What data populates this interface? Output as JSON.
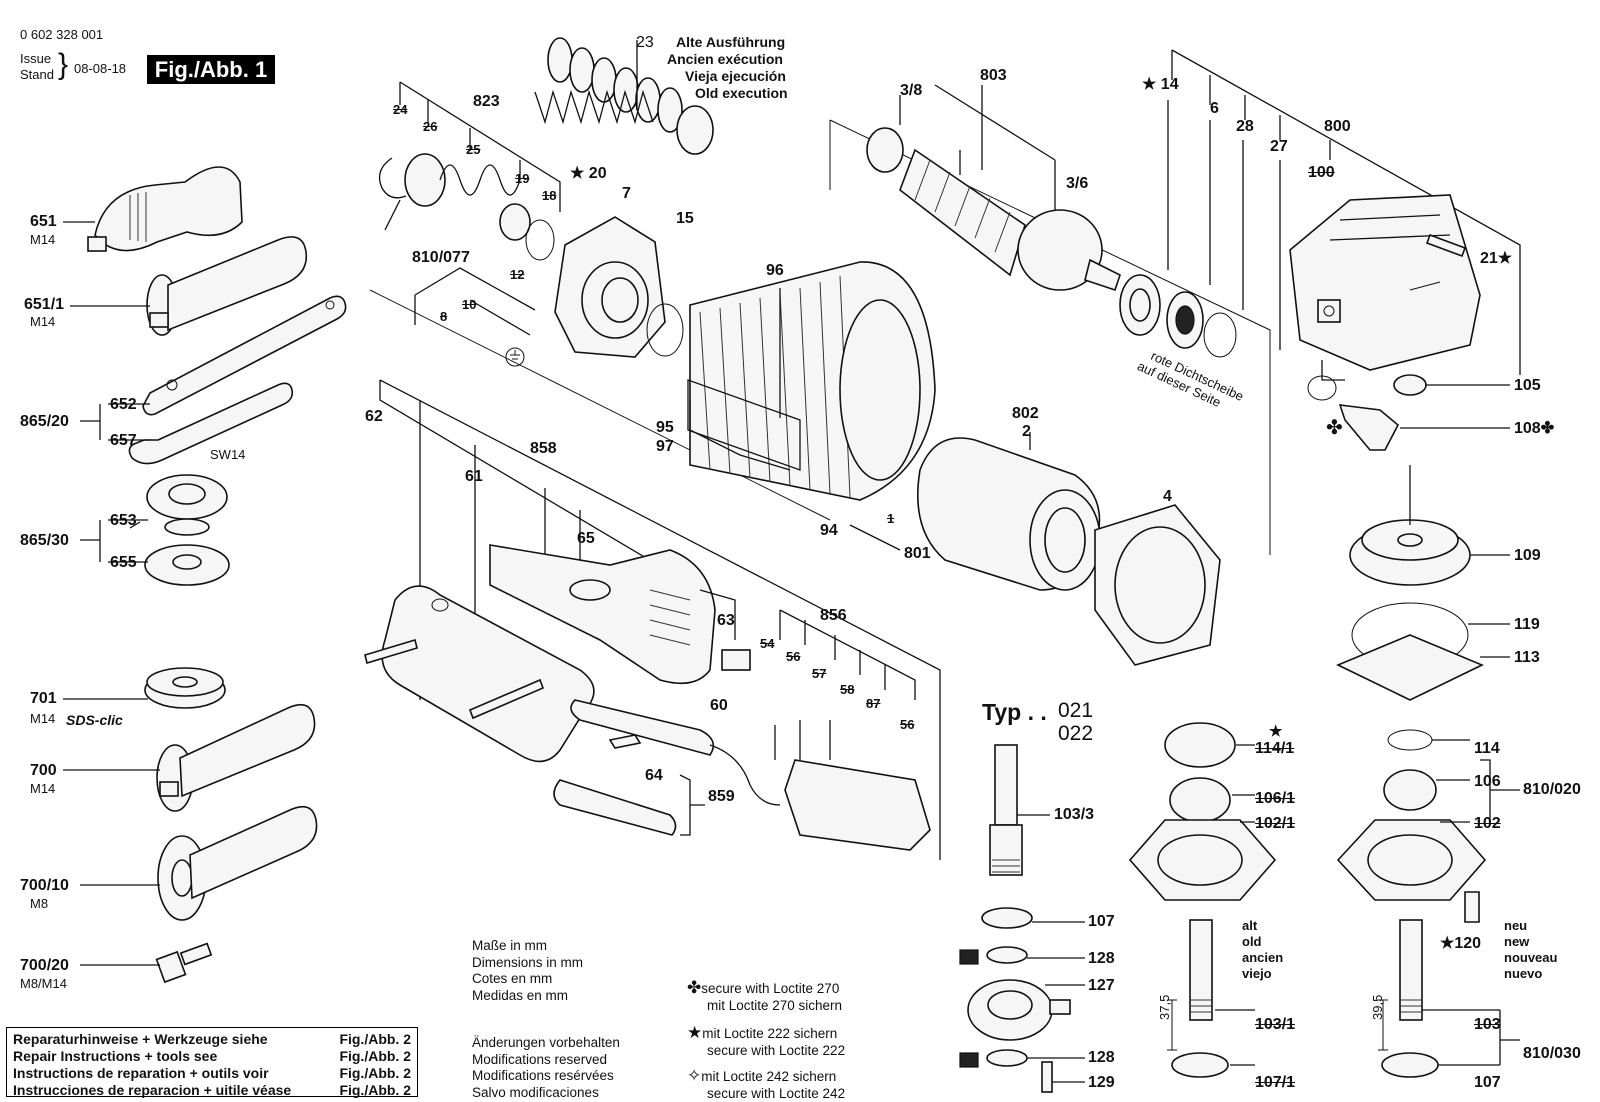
{
  "header": {
    "part_number": "0 602 328 001",
    "issue_label": "Issue",
    "stand_label": "Stand",
    "date": "08-08-18",
    "fig_label": "Fig./Abb. 1"
  },
  "old_execution": {
    "part": "23",
    "lines": [
      "Alte Ausführung",
      "Ancien exécution",
      "Vieja ejecución",
      "Old execution"
    ]
  },
  "type_block": {
    "label": "Typ . .",
    "variants": [
      "021",
      "022"
    ]
  },
  "seal_note": [
    "rote Dichtscheibe",
    "auf dieser Seite"
  ],
  "version_old": [
    "alt",
    "old",
    "ancien",
    "viejo"
  ],
  "version_new": [
    "neu",
    "new",
    "nouveau",
    "nuevo"
  ],
  "dims": [
    "37,5",
    "39,5"
  ],
  "measure_note": [
    "Maße in mm",
    "Dimensions in mm",
    "Cotes en mm",
    "Medidas en mm"
  ],
  "changes_note": [
    "Änderungen vorbehalten",
    "Modifications reserved",
    "Modifications resérvées",
    "Salvo modificaciones"
  ],
  "loctite_notes": [
    {
      "symbol": "✤",
      "lines": [
        "secure with Loctite 270",
        "mit Loctite 270 sichern"
      ]
    },
    {
      "symbol": "★",
      "lines": [
        "mit Loctite 222 sichern",
        "secure with Loctite 222"
      ]
    },
    {
      "symbol": "✧",
      "lines": [
        "mit Loctite 242 sichern",
        "secure with Loctite 242"
      ]
    }
  ],
  "repair_box": [
    {
      "text": "Reparaturhinweise + Werkzeuge siehe",
      "ref": "Fig./Abb. 2"
    },
    {
      "text": "Repair Instructions + tools see",
      "ref": "Fig./Abb. 2"
    },
    {
      "text": "Instructions de reparation + outils voir",
      "ref": "Fig./Abb. 2"
    },
    {
      "text": "Instrucciones de reparacion + uitile véase",
      "ref": "Fig./Abb. 2"
    }
  ],
  "thread_sizes": {
    "m14": "M14",
    "m8": "M8",
    "m8m14": "M8/M14",
    "sw14": "SW14",
    "sds": "SDS-clic"
  },
  "left_parts": [
    {
      "id": "651",
      "size": "M14"
    },
    {
      "id": "651/1",
      "size": "M14"
    },
    {
      "id": "652"
    },
    {
      "id": "865/20"
    },
    {
      "id": "657"
    },
    {
      "id": "653"
    },
    {
      "id": "865/30"
    },
    {
      "id": "655"
    },
    {
      "id": "701",
      "size": "M14"
    },
    {
      "id": "700",
      "size": "M14"
    },
    {
      "id": "700/10",
      "size": "M8"
    },
    {
      "id": "700/20",
      "size": "M8/M14"
    }
  ],
  "part_labels": {
    "p823": "823",
    "p24": "24",
    "p26": "26",
    "p25": "25",
    "p19": "19",
    "p18": "18",
    "p20": "20",
    "p7": "7",
    "p15": "15",
    "p810077": "810/077",
    "p12": "12",
    "p10": "10",
    "p8": "8",
    "p96": "96",
    "p95": "95",
    "p97": "97",
    "p94": "94",
    "p1": "1",
    "p801": "801",
    "p62": "62",
    "p61": "61",
    "p858": "858",
    "p65": "65",
    "p63": "63",
    "p856": "856",
    "p54": "54",
    "p56a": "56",
    "p57": "57",
    "p58": "58",
    "p87": "87",
    "p56b": "56",
    "p60": "60",
    "p64": "64",
    "p859": "859",
    "p38": "3/8",
    "p803": "803",
    "p36": "3/6",
    "p802": "802",
    "p2": "2",
    "p4": "4",
    "p14": "14",
    "p6": "6",
    "p28": "28",
    "p27": "27",
    "p800": "800",
    "p100": "100",
    "p21": "21",
    "p105": "105",
    "p108": "108",
    "p109": "109",
    "p119": "119",
    "p113": "113",
    "p1033": "103/3",
    "p107a": "107",
    "p128a": "128",
    "p127": "127",
    "p128b": "128",
    "p129": "129",
    "p1141": "114/1",
    "p1061": "106/1",
    "p1021": "102/1",
    "p1031": "103/1",
    "p1071": "107/1",
    "p114": "114",
    "p106": "106",
    "p810020": "810/020",
    "p102": "102",
    "p120": "120",
    "p103": "103",
    "p107b": "107",
    "p810030": "810/030"
  }
}
